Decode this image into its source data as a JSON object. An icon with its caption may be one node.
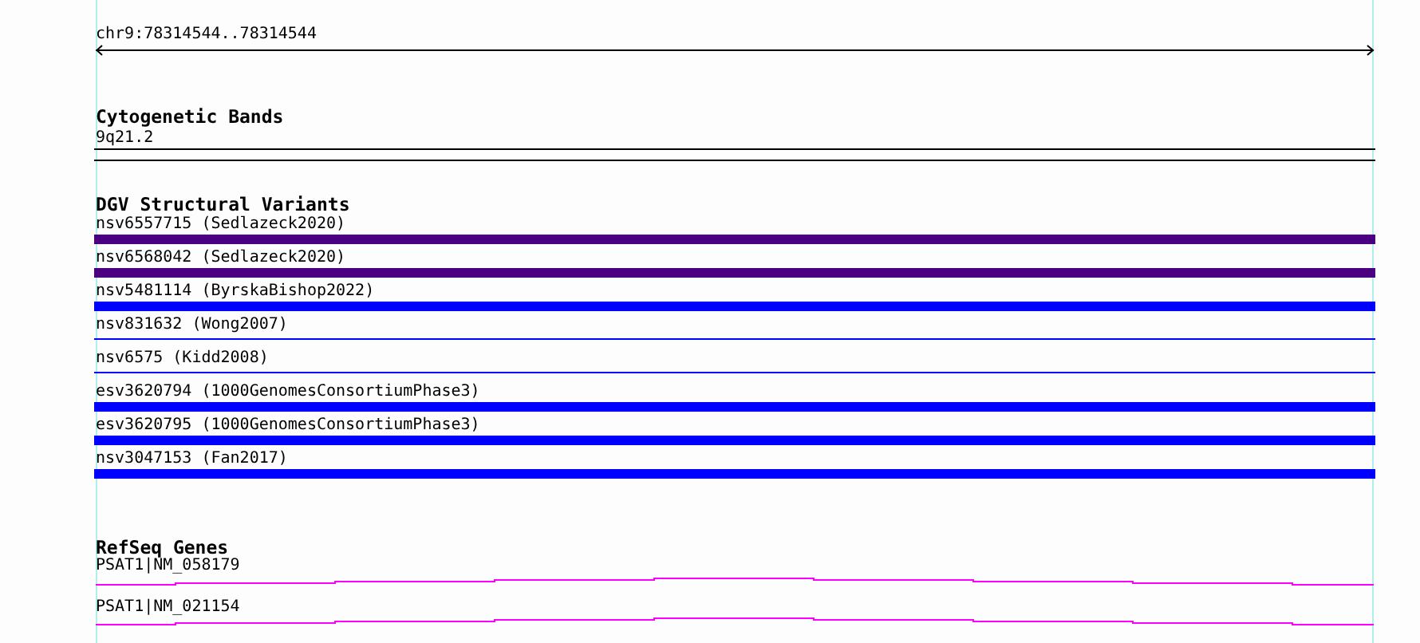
{
  "diagram": {
    "labels": [
      "chr9:78314544..78314544",
      "Cytogenetic Bands",
      "9q21.2",
      "DGV Structural Variants",
      "nsv6557715 (Sedlazeck2020)",
      "nsv6568042 (Sedlazeck2020)",
      "nsv5481114 (ByrskaBishop2022)",
      "nsv831632 (Wong2007)",
      "nsv6575 (Kidd2008)",
      "esv3620794 (1000GenomesConsortiumPhase3)",
      "esv3620795 (1000GenomesConsortiumPhase3)",
      "nsv3047153 (Fan2017)",
      "RefSeq Genes",
      "PSAT1|NM_058179",
      "PSAT1|NM_021154"
    ]
  }
}
